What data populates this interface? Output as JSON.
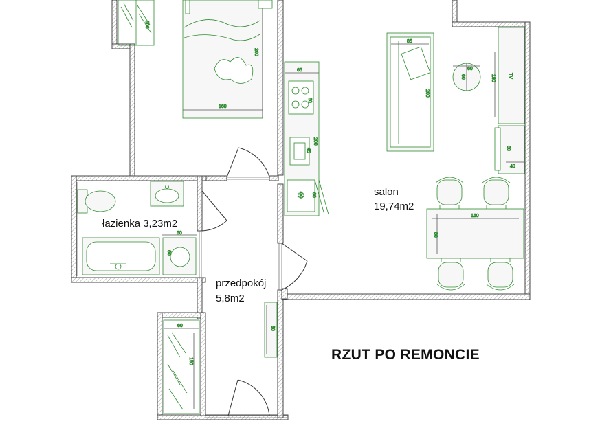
{
  "title": "RZUT PO REMONCIE",
  "rooms": {
    "bathroom": {
      "name": "łazienka 3,23m2"
    },
    "hall": {
      "name": "przedpokój",
      "area": "5,8m2"
    },
    "living": {
      "name": "salon",
      "area": "19,74m2"
    }
  },
  "dimensions": {
    "wardrobe_top": "100",
    "bed_length": "200",
    "bed_width": "160",
    "kitchen_depth": "65",
    "hob": "60",
    "sink_cabinet": "45",
    "kitchen_run": "200",
    "fridge": "60",
    "sofa_depth": "85",
    "sofa_length": "200",
    "round_table": "60",
    "round_table_v": "60",
    "tv_unit": "180",
    "tv_label": "TV",
    "cabinet_h": "80",
    "cabinet_w": "40",
    "dining_table_w": "160",
    "dining_table_d": "80",
    "bath_cabinet": "60",
    "washer": "60",
    "hall_shoe_cabinet": "90",
    "wardrobe_bottom_w": "60",
    "wardrobe_bottom_h": "150"
  },
  "colors": {
    "wall": "#555555",
    "furniture": "#2e8b2e",
    "furniture_fill": "#f2f2f2"
  }
}
